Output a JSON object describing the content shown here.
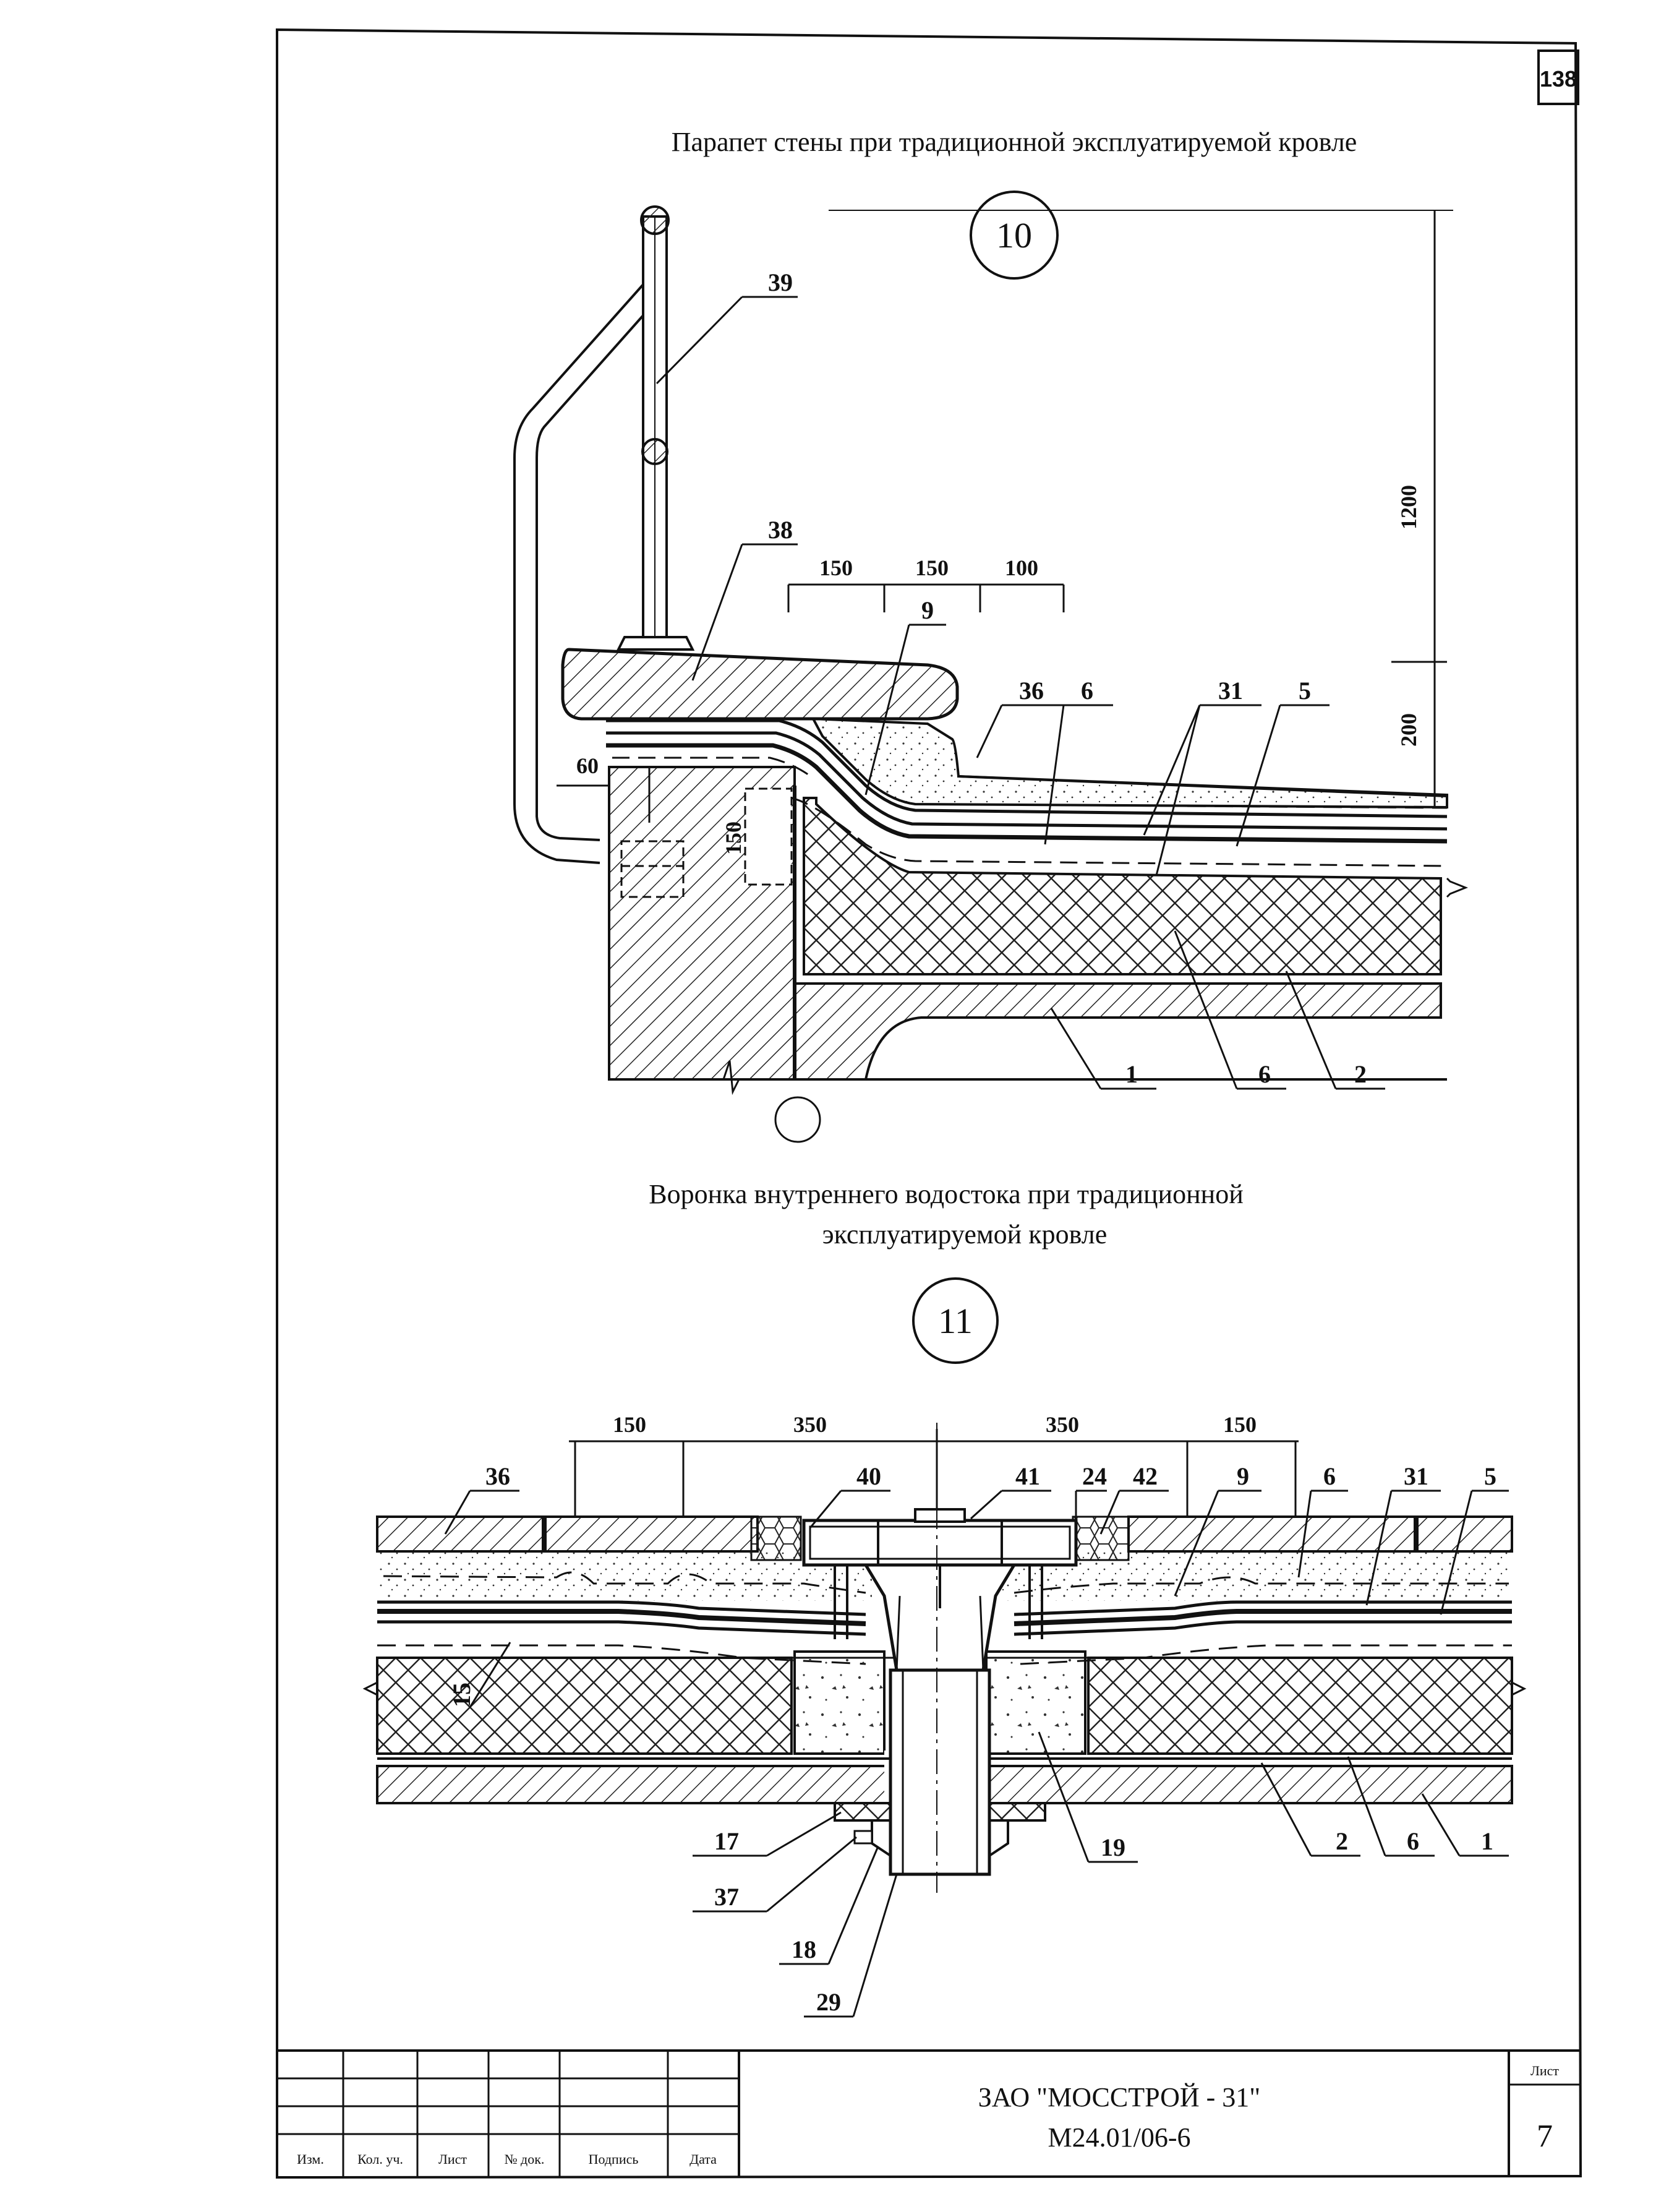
{
  "page_number": "138",
  "detail10": {
    "title": "Парапет стены при традиционной эксплуатируемой кровле",
    "marker": "10",
    "callouts": {
      "c39": "39",
      "c38": "38",
      "c9": "9",
      "c36": "36",
      "c6": "6",
      "c31": "31",
      "c5": "5",
      "c1": "1",
      "c6b": "6",
      "c2": "2"
    },
    "dimensions": {
      "d150a": "150",
      "d150b": "150",
      "d100": "100",
      "d1200": "1200",
      "d200": "200",
      "d60": "60",
      "d150v": "150"
    }
  },
  "detail11": {
    "title_line1": "Воронка внутреннего водостока при традиционной",
    "title_line2": "эксплуатируемой кровле",
    "marker": "11",
    "callouts": {
      "c36": "36",
      "c40": "40",
      "c41": "41",
      "c24": "24",
      "c42": "42",
      "c9": "9",
      "c6": "6",
      "c31": "31",
      "c5": "5",
      "c15": "15",
      "c17": "17",
      "c37": "37",
      "c18": "18",
      "c29": "29",
      "c19": "19",
      "c2": "2",
      "c6b": "6",
      "c1": "1"
    },
    "dimensions": {
      "d150a": "150",
      "d350a": "350",
      "d350b": "350",
      "d150b": "150"
    }
  },
  "title_block": {
    "headers": [
      "Изм.",
      "Кол. уч.",
      "Лист",
      "№ док.",
      "Подпись",
      "Дата"
    ],
    "company": "ЗАО \"МОССТРОЙ - 31\"",
    "document_code": "М24.01/06-6",
    "sheet_label": "Лист",
    "sheet_number": "7"
  }
}
